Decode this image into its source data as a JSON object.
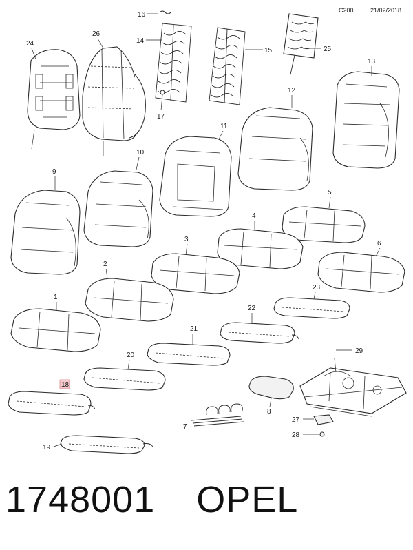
{
  "header": {
    "code": "C200",
    "date": "21/02/2018"
  },
  "callouts": {
    "c1": "1",
    "c2": "2",
    "c3": "3",
    "c4": "4",
    "c5": "5",
    "c6": "6",
    "c7": "7",
    "c8": "8",
    "c9": "9",
    "c10": "10",
    "c11": "11",
    "c12": "12",
    "c13": "13",
    "c14": "14",
    "c15": "15",
    "c16": "16",
    "c17": "17",
    "c18": "18",
    "c19": "19",
    "c20": "20",
    "c21": "21",
    "c22": "22",
    "c23": "23",
    "c24": "24",
    "c25": "25",
    "c26": "26",
    "c27": "27",
    "c28": "28",
    "c29": "29"
  },
  "highlighted_callout": "18",
  "colors": {
    "highlight": "#f6c9cc",
    "line": "#2a2a2a"
  },
  "footer": {
    "part_number": "1748001",
    "brand": "OPEL"
  }
}
